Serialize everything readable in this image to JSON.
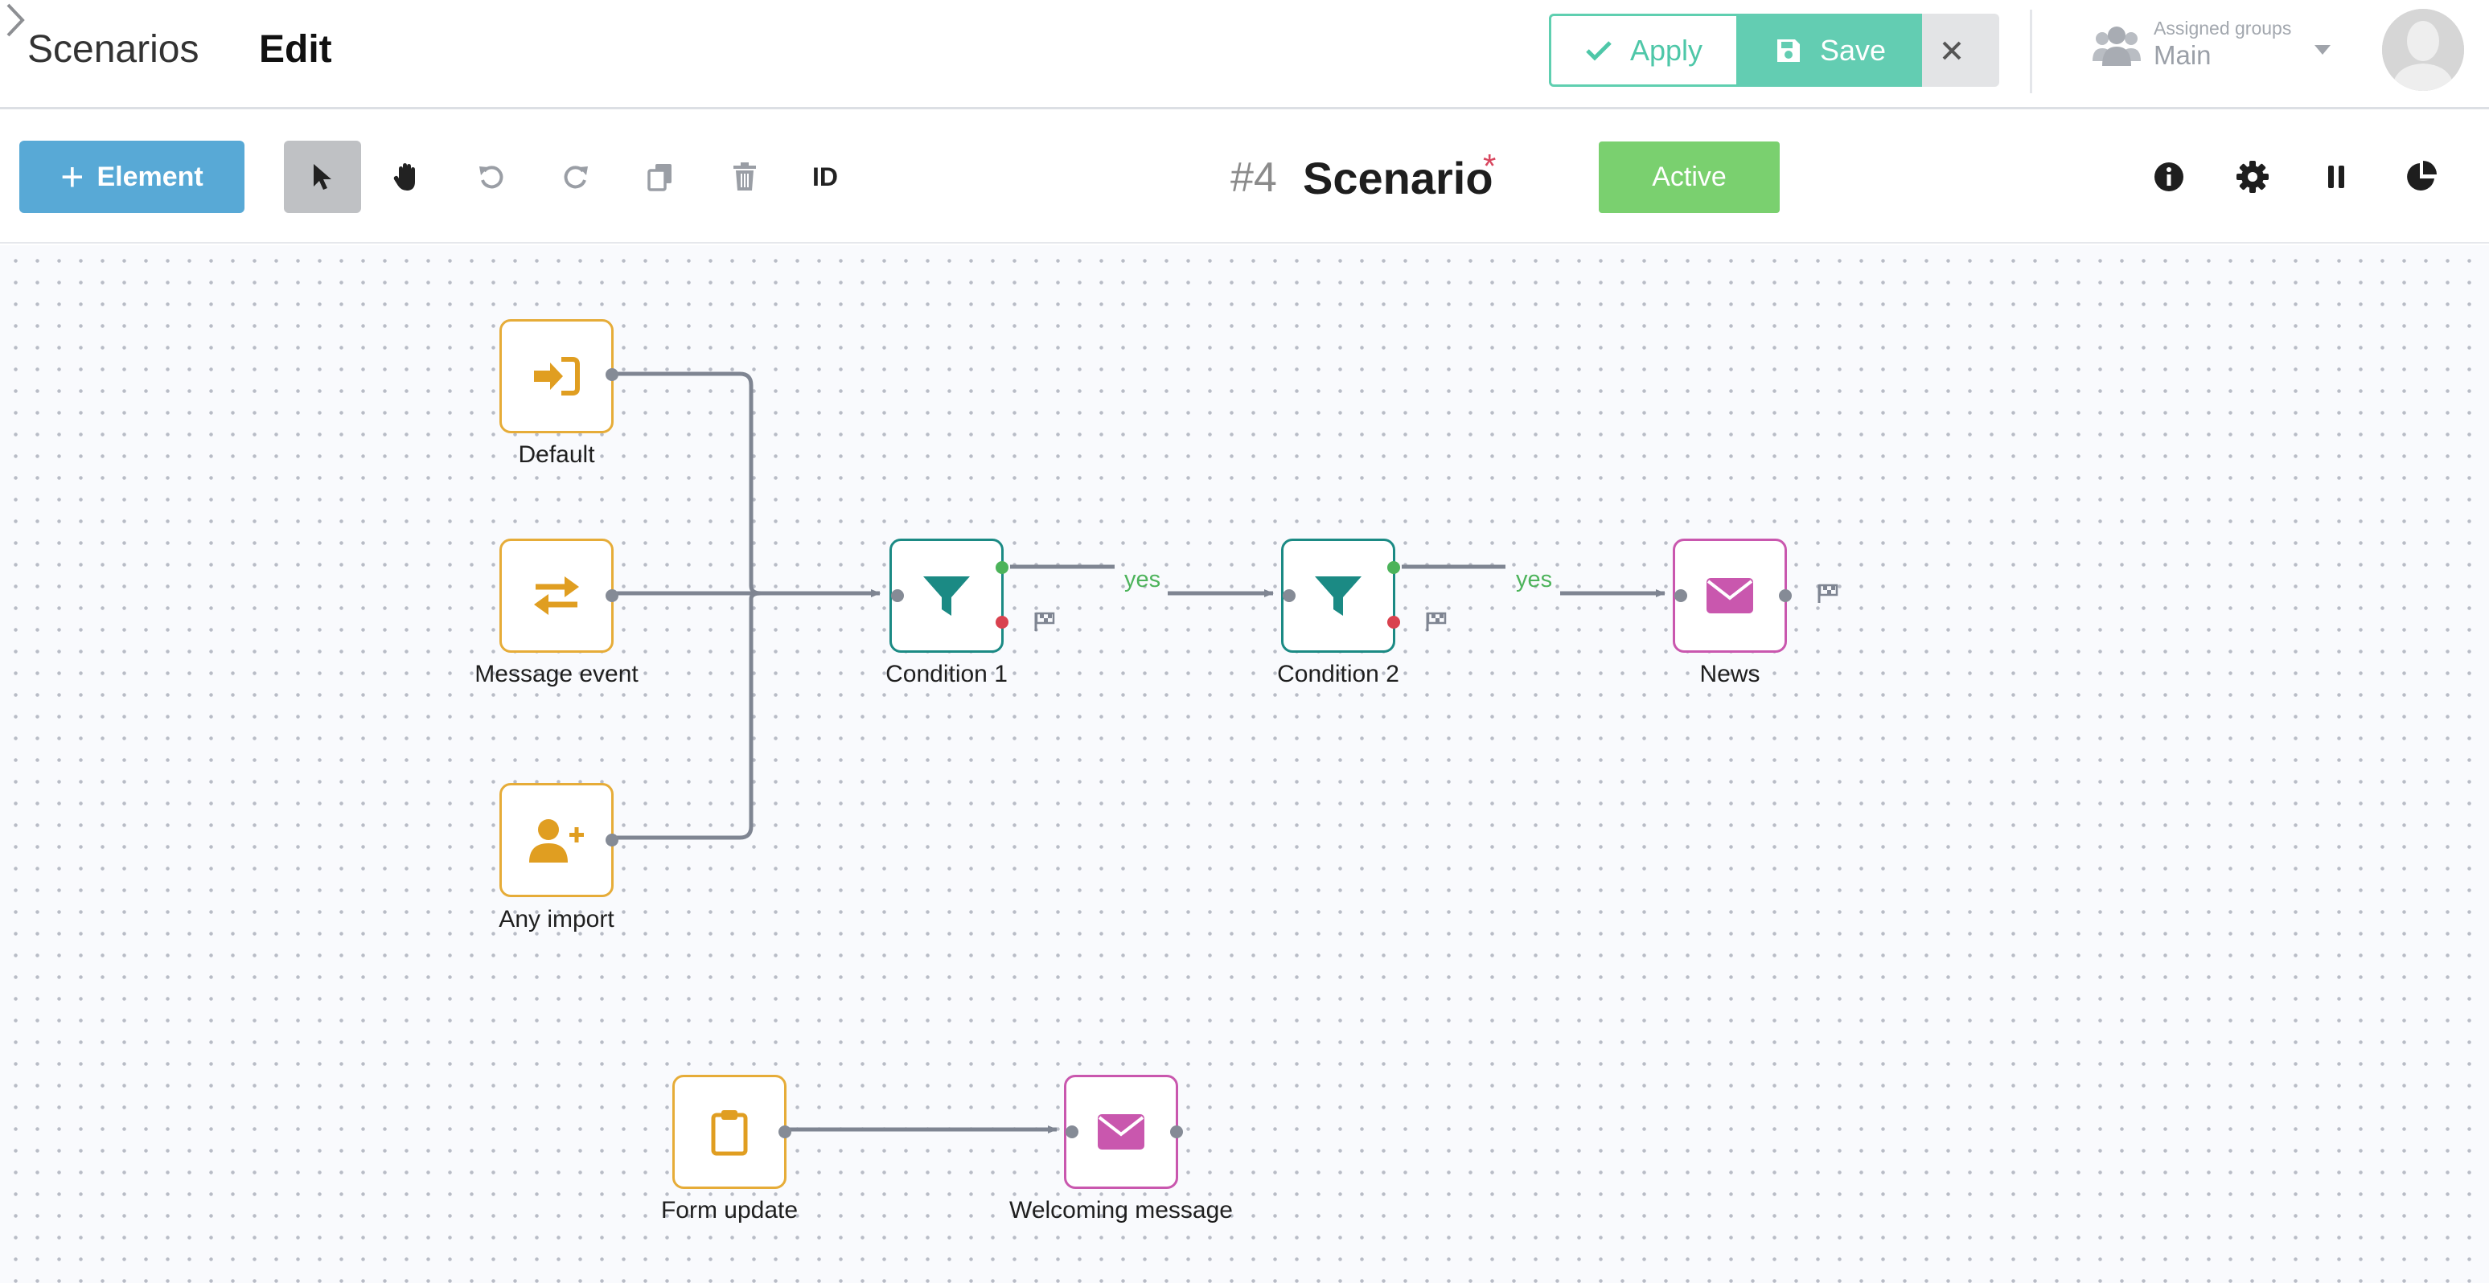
{
  "header": {
    "breadcrumb": {
      "root": "Scenarios",
      "current": "Edit"
    },
    "apply_label": "Apply",
    "save_label": "Save",
    "assigned_groups_label": "Assigned groups",
    "assigned_groups_value": "Main"
  },
  "toolbar": {
    "add_element_label": "Element",
    "id_label": "ID",
    "scenario_number": "#4",
    "scenario_name": "Scenario",
    "unsaved_marker": "*",
    "status_label": "Active"
  },
  "icons": {
    "select": "cursor-arrow-icon",
    "hand": "hand-icon",
    "undo": "undo-icon",
    "redo": "redo-icon",
    "copy": "copy-icon",
    "delete": "trash-icon",
    "info": "info-icon",
    "settings": "gear-icon",
    "pause": "pause-icon",
    "stats": "pie-chart-icon"
  },
  "colors": {
    "trigger": "#e6ac38",
    "condition": "#1b8a84",
    "message": "#c957ae",
    "apply": "#4ec7a8",
    "save": "#63cdb2",
    "active": "#7ad06f",
    "primary": "#58a9d6",
    "yes": "#4db35b"
  },
  "nodes": {
    "default": {
      "label": "Default",
      "type": "trigger",
      "icon": "sign-in-icon"
    },
    "message_event": {
      "label": "Message event",
      "type": "trigger",
      "icon": "exchange-arrows-icon"
    },
    "any_import": {
      "label": "Any import",
      "type": "trigger",
      "icon": "user-plus-icon"
    },
    "condition_1": {
      "label": "Condition 1",
      "type": "condition",
      "icon": "filter-icon"
    },
    "condition_2": {
      "label": "Condition 2",
      "type": "condition",
      "icon": "filter-icon"
    },
    "news": {
      "label": "News",
      "type": "message",
      "icon": "envelope-icon"
    },
    "form_update": {
      "label": "Form update",
      "type": "trigger",
      "icon": "clipboard-icon"
    },
    "welcoming_message": {
      "label": "Welcoming message",
      "type": "message",
      "icon": "envelope-icon"
    }
  },
  "connections": {
    "yes_label_1": "yes",
    "yes_label_2": "yes"
  }
}
